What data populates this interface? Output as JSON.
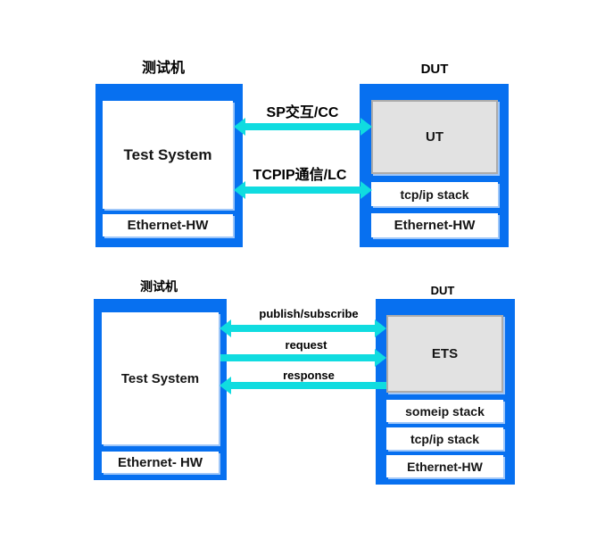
{
  "colors": {
    "container_blue": "#0770f0",
    "arrow_cyan": "#10dce0",
    "module_gray_fill": "#e2e2e2",
    "module_gray_border": "#ababab",
    "text": "#000000",
    "background": "#ffffff"
  },
  "diagram_top": {
    "tester": {
      "title": "测试机",
      "main_module": "Test System",
      "hw_layer": "Ethernet-HW"
    },
    "dut": {
      "title": "DUT",
      "main_module": "UT",
      "layers": [
        "tcp/ip stack",
        "Ethernet-HW"
      ]
    },
    "arrows": [
      {
        "label": "SP交互/CC",
        "direction": "both"
      },
      {
        "label": "TCPIP通信/LC",
        "direction": "both"
      }
    ]
  },
  "diagram_bottom": {
    "tester": {
      "title": "测试机",
      "main_module": "Test System",
      "hw_layer": "Ethernet- HW"
    },
    "dut": {
      "title": "DUT",
      "main_module": "ETS",
      "layers": [
        "someip stack",
        "tcp/ip stack",
        "Ethernet-HW"
      ]
    },
    "arrows": [
      {
        "label": "publish/subscribe",
        "direction": "both"
      },
      {
        "label": "request",
        "direction": "right"
      },
      {
        "label": "response",
        "direction": "left"
      }
    ]
  }
}
